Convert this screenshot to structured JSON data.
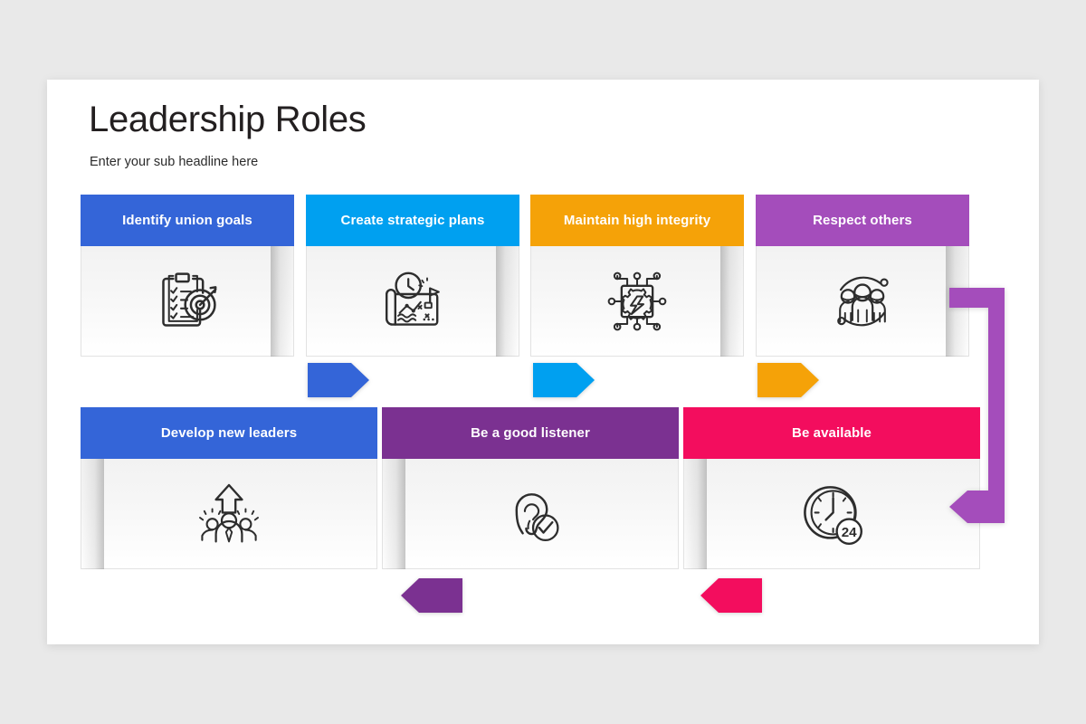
{
  "slide": {
    "title": "Leadership Roles",
    "subtitle": "Enter your sub headline here",
    "background_color": "#e9e9e9",
    "surface_color": "#ffffff"
  },
  "diagram": {
    "type": "process-flow",
    "flow_direction": "row1 left-to-right, wrap down right side, row2 right-to-left",
    "steps": [
      {
        "index": 1,
        "label": "Identify union goals",
        "color": "#3465d8",
        "icon": "clipboard-target-icon",
        "row": 1
      },
      {
        "index": 2,
        "label": "Create strategic plans",
        "color": "#00a0f0",
        "icon": "strategy-map-icon",
        "row": 1
      },
      {
        "index": 3,
        "label": "Maintain high integrity",
        "color": "#f5a208",
        "icon": "circuit-gear-icon",
        "row": 1
      },
      {
        "index": 4,
        "label": "Respect others",
        "color": "#a44dbb",
        "icon": "team-network-icon",
        "row": 1
      },
      {
        "index": 5,
        "label": "Develop new leaders",
        "color": "#3465d8",
        "icon": "team-growth-arrow-icon",
        "row": 2
      },
      {
        "index": 6,
        "label": "Be a good listener",
        "color": "#7b3191",
        "icon": "ear-check-icon",
        "row": 2
      },
      {
        "index": 7,
        "label": "Be available",
        "color": "#f30d5e",
        "icon": "clock-24-icon",
        "row": 2
      }
    ],
    "connectors": [
      {
        "name": "arrow-1-to-2",
        "color": "#3465d8",
        "direction": "right"
      },
      {
        "name": "arrow-2-to-3",
        "color": "#00a0f0",
        "direction": "right"
      },
      {
        "name": "arrow-3-to-4",
        "color": "#f5a208",
        "direction": "right"
      },
      {
        "name": "wrap-4-to-7",
        "color": "#a44dbb",
        "direction": "wrap-down-left"
      },
      {
        "name": "arrow-7-to-6",
        "color": "#f30d5e",
        "direction": "left"
      },
      {
        "name": "arrow-6-to-5",
        "color": "#7b3191",
        "direction": "left"
      }
    ]
  }
}
